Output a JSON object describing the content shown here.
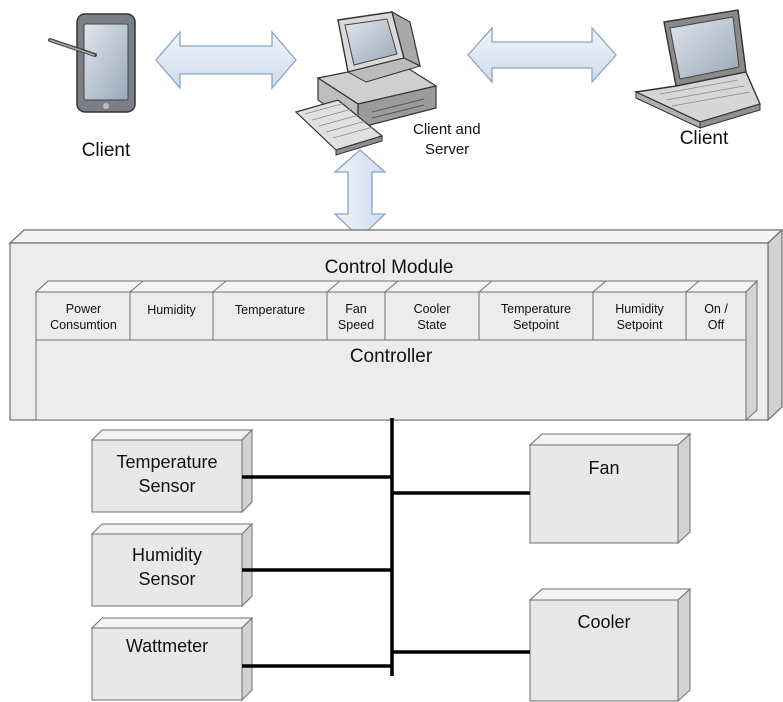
{
  "colors": {
    "box_fill": "#e7e7e7",
    "box_face": "#ececec",
    "box_top": "#f5f5f5",
    "box_side": "#d0d0d0",
    "stroke": "#6f6f6f",
    "arrow_fill": "#dce7f3",
    "arrow_stroke": "#8aa4c4",
    "bus_line": "#000000"
  },
  "nodes": {
    "client_left": {
      "label": "Client",
      "icon": "tablet-icon"
    },
    "server": {
      "label_line1": "Client and",
      "label_line2": "Server",
      "icon": "desktop-computer-icon"
    },
    "client_right": {
      "label": "Client",
      "icon": "laptop-icon"
    }
  },
  "control_module": {
    "title": "Control Module",
    "controller_label": "Controller",
    "cells": [
      {
        "line1": "Power",
        "line2": "Consumtion"
      },
      {
        "line1": "Humidity",
        "line2": ""
      },
      {
        "line1": "Temperature",
        "line2": ""
      },
      {
        "line1": "Fan",
        "line2": "Speed"
      },
      {
        "line1": "Cooler",
        "line2": "State"
      },
      {
        "line1": "Temperature",
        "line2": "Setpoint"
      },
      {
        "line1": "Humidity",
        "line2": "Setpoint"
      },
      {
        "line1": "On /",
        "line2": "Off"
      }
    ]
  },
  "devices": {
    "temperature_sensor": {
      "line1": "Temperature",
      "line2": "Sensor"
    },
    "humidity_sensor": {
      "line1": "Humidity",
      "line2": "Sensor"
    },
    "wattmeter": {
      "line1": "Wattmeter",
      "line2": ""
    },
    "fan": {
      "label": "Fan"
    },
    "cooler": {
      "label": "Cooler"
    }
  }
}
